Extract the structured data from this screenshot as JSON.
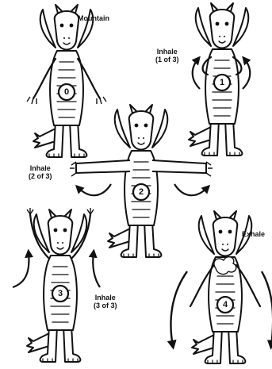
{
  "figures": [
    {
      "number": "0",
      "labels": [
        "Mountain"
      ]
    },
    {
      "number": "1",
      "labels": [
        "Inhale",
        "(1 of 3)"
      ]
    },
    {
      "number": "2",
      "labels": [
        "Inhale",
        "(2 of 3)"
      ]
    },
    {
      "number": "3",
      "labels": [
        "Inhale",
        "(3 of 3)"
      ]
    },
    {
      "number": "4",
      "labels": [
        "Exhale"
      ]
    }
  ],
  "colors": {
    "line": "#111111",
    "fill": "#ffffff"
  },
  "icon_names": [
    "dragon-figure",
    "curved-arrow-icon"
  ]
}
